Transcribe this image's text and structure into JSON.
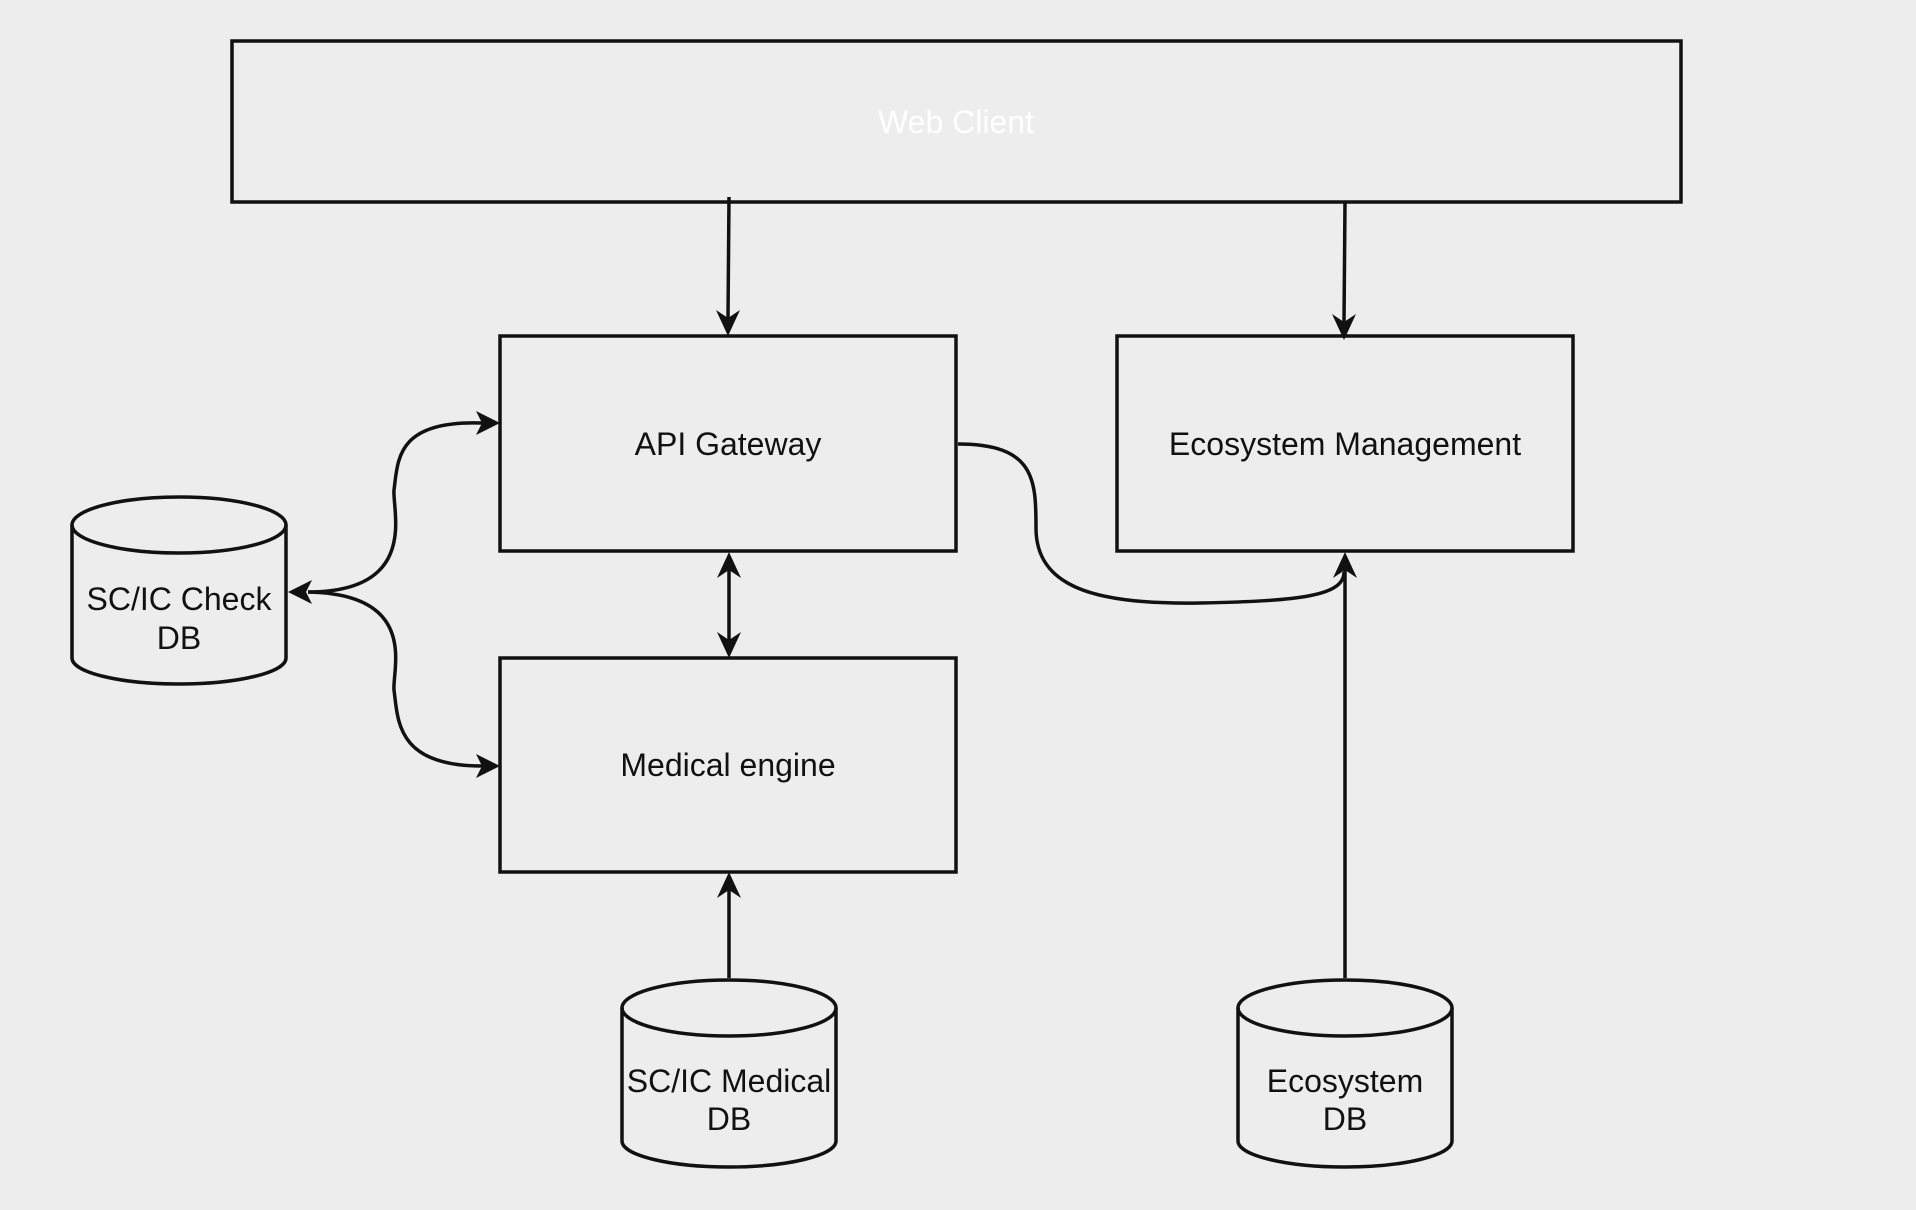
{
  "nodes": {
    "web_client": {
      "label": "Web Client",
      "fill": "#4a9fdd"
    },
    "api_gateway": {
      "label": "API Gateway"
    },
    "ecosystem_management": {
      "label": "Ecosystem Management"
    },
    "medical_engine": {
      "label": "Medical engine"
    },
    "scic_check_db": {
      "label_line1": "SC/IC Check",
      "label_line2": "DB"
    },
    "scic_medical_db": {
      "label_line1": "SC/IC Medical",
      "label_line2": "DB"
    },
    "ecosystem_db": {
      "label_line1": "Ecosystem",
      "label_line2": "DB"
    }
  },
  "edges": [
    {
      "from": "Web Client",
      "to": "API Gateway",
      "direction": "forward"
    },
    {
      "from": "Web Client",
      "to": "Ecosystem Management",
      "direction": "forward"
    },
    {
      "from": "API Gateway",
      "to": "Medical engine",
      "direction": "both"
    },
    {
      "from": "SC/IC Check DB",
      "to": "API Gateway",
      "direction": "both"
    },
    {
      "from": "SC/IC Check DB",
      "to": "Medical engine",
      "direction": "both"
    },
    {
      "from": "API Gateway",
      "to": "Ecosystem Management",
      "direction": "forward"
    },
    {
      "from": "SC/IC Medical DB",
      "to": "Medical engine",
      "direction": "forward"
    },
    {
      "from": "Ecosystem DB",
      "to": "Ecosystem Management",
      "direction": "forward"
    }
  ],
  "colors": {
    "background": "#ededed",
    "stroke": "#111111",
    "web_client_fill": "#4a9fdd"
  }
}
